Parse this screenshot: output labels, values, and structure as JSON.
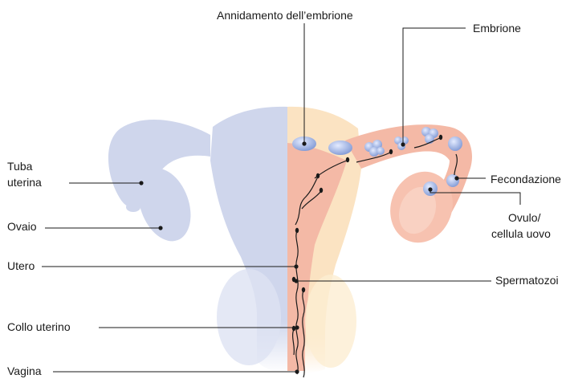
{
  "labels": {
    "annidamento": "Annidamento dell’embrione",
    "embrione": "Embrione",
    "tuba_line1": "Tuba",
    "tuba_line2": "uterina",
    "fecondazione": "Fecondazione",
    "ovaio": "Ovaio",
    "ovulo_line1": "Ovulo/",
    "ovulo_line2": "cellula uovo",
    "utero": "Utero",
    "spermatozoi": "Spermatozoi",
    "collo": "Collo uterino",
    "vagina": "Vagina"
  },
  "colors": {
    "left_half": "#cfd6ec",
    "right_half": "#f4b9a6",
    "wall": "#fde8b8",
    "cell": "#8fa6dc",
    "line": "#1a1a1a"
  }
}
